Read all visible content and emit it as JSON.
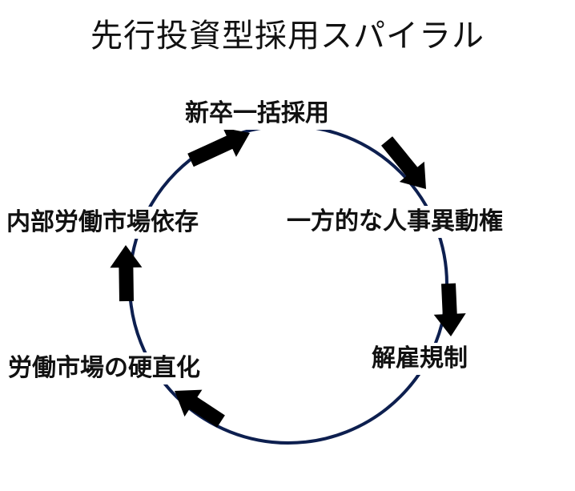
{
  "title": "先行投資型採用スパイラル",
  "nodes": [
    "新卒一括採用",
    "一方的な人事異動権",
    "解雇規制",
    "労働市場の硬直化",
    "内部労働市場依存"
  ],
  "colors": {
    "circle": "#0d1f4f",
    "arrow": "#000000",
    "text": "#111111",
    "background": "#ffffff"
  }
}
